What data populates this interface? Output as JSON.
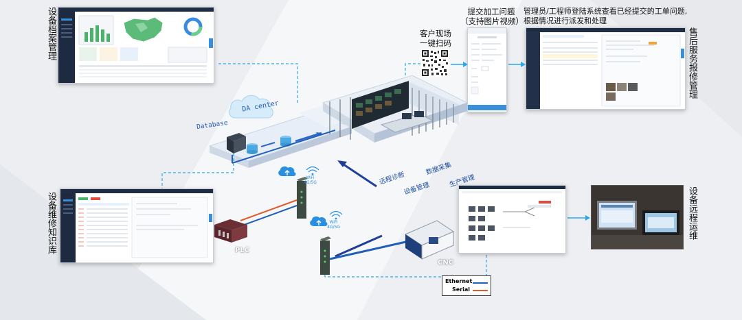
{
  "left_labels": {
    "archive": "设备档案管理",
    "knowledge_base": "设备维修知识库"
  },
  "right_labels": {
    "after_sales": "售后服务报修管理",
    "remote_ops": "设备远程运维"
  },
  "captions": {
    "scan": "客户现场\n一键扫码",
    "submit": "提交加工问题\n（支持图片视频）",
    "admin": "管理员/工程师登陆系统查看已经提交的工单问题,\n根据情况进行派发和处理"
  },
  "cloud_label": "DA center",
  "database_label": "Database",
  "wifi_label": "WiFi\n4G/5G",
  "iso_labels": {
    "remote_diagnosis": "远程诊断",
    "data_collection": "数据采集",
    "device_management": "设备管理",
    "production_management": "生产管理"
  },
  "plc_label": "PLC",
  "cnc_label": "CNC",
  "legend": {
    "ethernet": "Ethernet",
    "serial": "Serial"
  },
  "colors": {
    "ethernet": "#1f5fb8",
    "serial": "#e2592a",
    "dashed_link": "#2aa7e8",
    "dashboard_sidebar": "#1d2a3f"
  }
}
